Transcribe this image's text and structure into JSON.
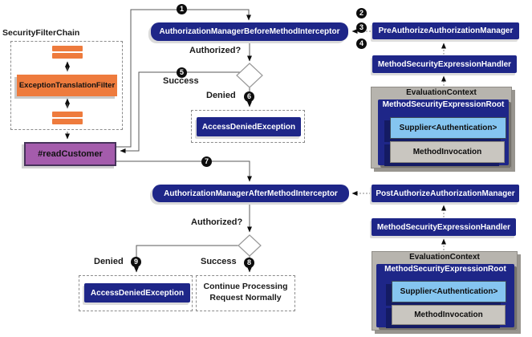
{
  "diagram": {
    "filter_chain": {
      "title": "SecurityFilterChain",
      "filter": "ExceptionTranslationFilter"
    },
    "method_label": "#readCustomer",
    "steps": {
      "s1": "1",
      "s2": "2",
      "s3": "3",
      "s4": "4",
      "s5": "5",
      "s6": "6",
      "s7": "7",
      "s8": "8",
      "s9": "9"
    },
    "before": {
      "interceptor": "AuthorizationManagerBeforeMethodInterceptor",
      "question": "Authorized?",
      "success": "Success",
      "denied": "Denied",
      "denied_result": "AccessDeniedException"
    },
    "after": {
      "interceptor": "AuthorizationManagerAfterMethodInterceptor",
      "question": "Authorized?",
      "success": "Success",
      "denied": "Denied",
      "denied_result": "AccessDeniedException",
      "success_result_line1": "Continue Processing",
      "success_result_line2": "Request Normally"
    },
    "pre_group": {
      "manager": "PreAuthorizeAuthorizationManager",
      "handler": "MethodSecurityExpressionHandler",
      "context_title": "EvaluationContext",
      "root_title": "MethodSecurityExpressionRoot",
      "supplier": "Supplier<Authentication>",
      "invocation": "MethodInvocation"
    },
    "post_group": {
      "manager": "PostAuthorizeAuthorizationManager",
      "handler": "MethodSecurityExpressionHandler",
      "context_title": "EvaluationContext",
      "root_title": "MethodSecurityExpressionRoot",
      "supplier": "Supplier<Authentication>",
      "invocation": "MethodInvocation"
    },
    "colors": {
      "navy": "#1e2688",
      "orange": "#ee7b3d",
      "purple": "#a45cac",
      "light_blue": "#85c5f0",
      "group_gray": "#b7b4ae",
      "inner_gray": "#c9c6c0",
      "line": "#5a5a5a"
    }
  }
}
